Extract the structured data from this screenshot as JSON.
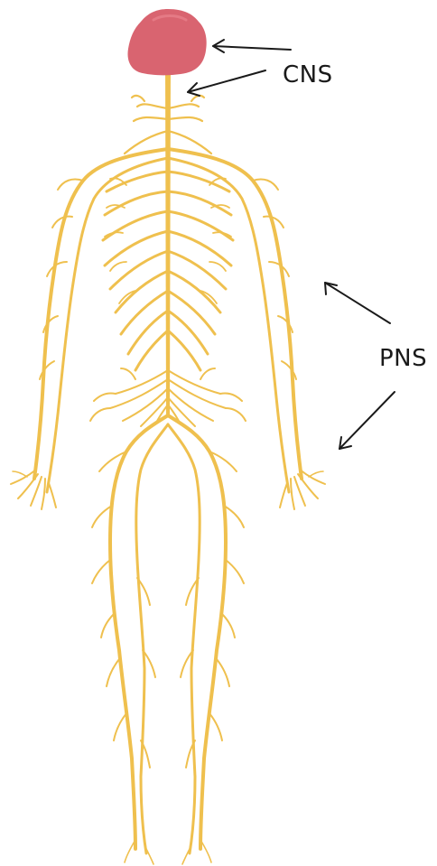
{
  "labels": {
    "cns": "CNS",
    "pns": "PNS"
  },
  "colors": {
    "nerve": "#efc04e",
    "brain": "#d96470",
    "brain_highlight": "#e57a85",
    "arrow": "#1a1a1a",
    "background": "#ffffff"
  },
  "parts": [
    "brain",
    "spinal-cord",
    "peripheral-nerves"
  ]
}
